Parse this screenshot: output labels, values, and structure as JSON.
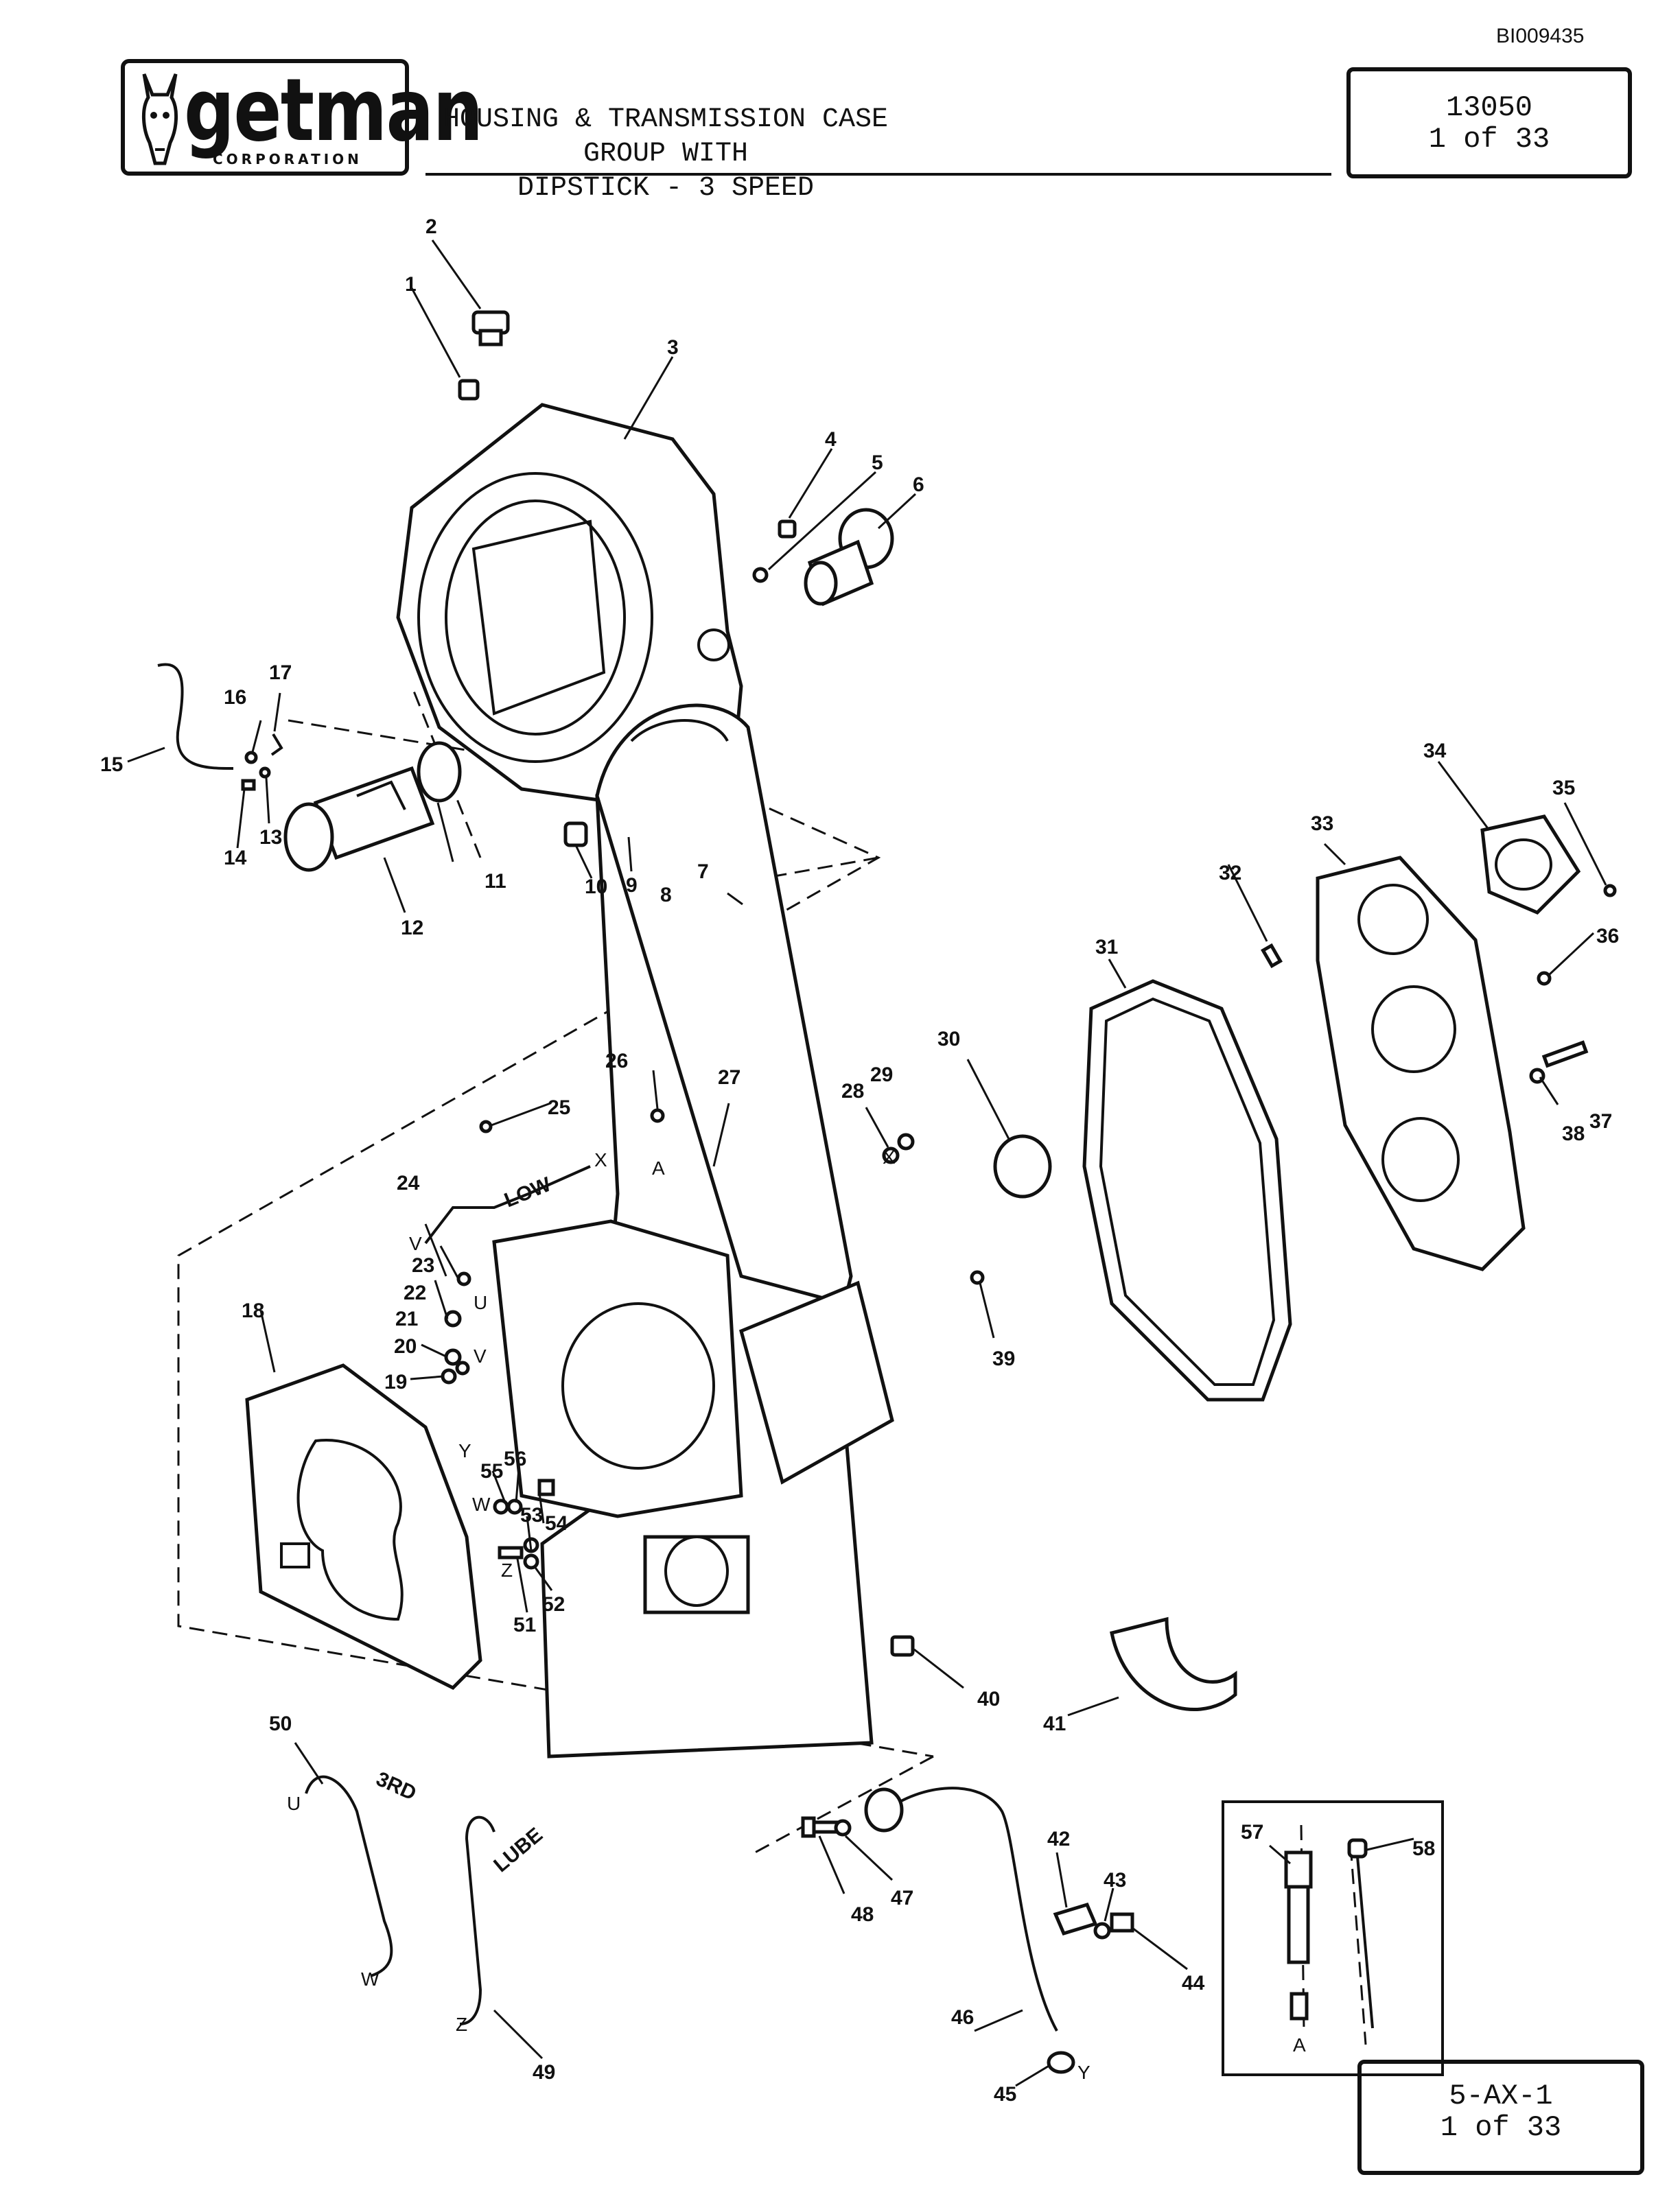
{
  "document_id": "BI009435",
  "logo": {
    "name": "getman",
    "tagline": "CORPORATION"
  },
  "title": {
    "line1": "HOUSING & TRANSMISSION CASE GROUP WITH",
    "line2": "DIPSTICK - 3 SPEED"
  },
  "ref_top": {
    "number": "13050",
    "page": "1 of 33"
  },
  "ref_bottom": {
    "number": "5-AX-1",
    "page": "1 of 33"
  },
  "callouts": [
    "1",
    "2",
    "3",
    "4",
    "5",
    "6",
    "7",
    "8",
    "9",
    "10",
    "11",
    "12",
    "13",
    "14",
    "15",
    "16",
    "17",
    "18",
    "19",
    "20",
    "21",
    "22",
    "23",
    "24",
    "25",
    "26",
    "27",
    "28",
    "29",
    "30",
    "31",
    "32",
    "33",
    "34",
    "35",
    "36",
    "37",
    "38",
    "39",
    "40",
    "41",
    "42",
    "43",
    "44",
    "45",
    "46",
    "47",
    "48",
    "49",
    "50",
    "51",
    "52",
    "53",
    "54",
    "55",
    "56",
    "57",
    "58"
  ],
  "tube_labels": {
    "low": "LOW",
    "third": "3RD",
    "lube": "LUBE"
  },
  "connection_codes": [
    "U",
    "V",
    "W",
    "X",
    "Y",
    "Z",
    "A"
  ]
}
